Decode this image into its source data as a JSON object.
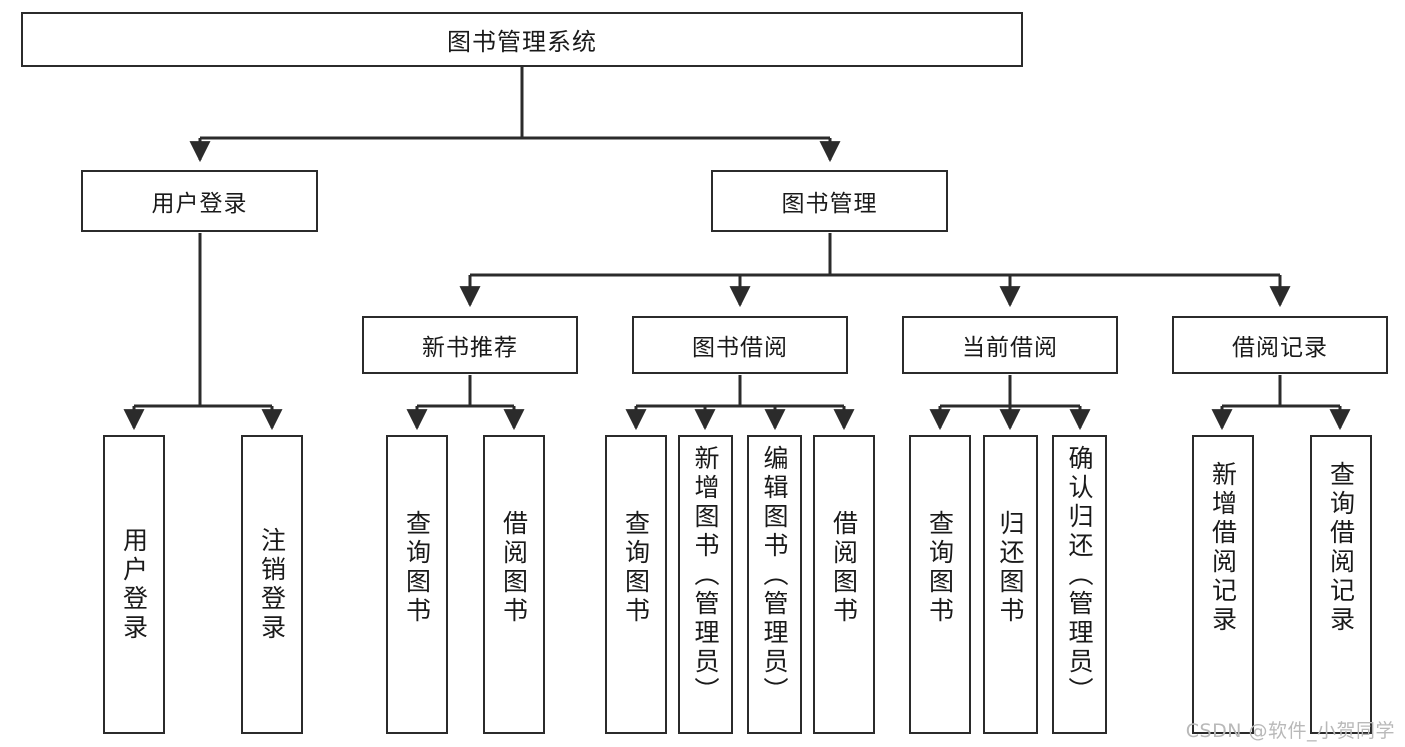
{
  "diagram": {
    "title": "图书管理系统",
    "type": "hierarchy-tree",
    "watermark": "CSDN @软件_小贺同学",
    "stroke_color": "#2b2b2b",
    "background_color": "#ffffff",
    "levels": {
      "level1": [
        "图书管理系统"
      ],
      "level2": [
        "用户登录",
        "图书管理"
      ],
      "level3": [
        "新书推荐",
        "图书借阅",
        "当前借阅",
        "借阅记录"
      ],
      "level4": [
        "用户登录",
        "注销登录",
        "查询图书",
        "借阅图书",
        "查询图书",
        "新增图书（管理员）",
        "编辑图书（管理员）",
        "借阅图书",
        "查询图书",
        "归还图书",
        "确认归还（管理员）",
        "新增借阅记录",
        "查询借阅记录"
      ]
    },
    "nodes": {
      "root": {
        "label": "图书管理系统"
      },
      "user_login": {
        "label": "用户登录"
      },
      "book_mgmt": {
        "label": "图书管理"
      },
      "new_book_rec": {
        "label": "新书推荐"
      },
      "book_borrow": {
        "label": "图书借阅"
      },
      "current_borrow": {
        "label": "当前借阅"
      },
      "borrow_record": {
        "label": "借阅记录"
      },
      "leaf_user_login": {
        "label": "用户登录"
      },
      "leaf_logout": {
        "label": "注销登录"
      },
      "leaf_query_book_1": {
        "label": "查询图书"
      },
      "leaf_borrow_book_1": {
        "label": "借阅图书"
      },
      "leaf_query_book_2": {
        "label": "查询图书"
      },
      "leaf_add_book": {
        "label": "新增图书（管理员）"
      },
      "leaf_edit_book": {
        "label": "编辑图书（管理员）"
      },
      "leaf_borrow_book_2": {
        "label": "借阅图书"
      },
      "leaf_query_book_3": {
        "label": "查询图书"
      },
      "leaf_return_book": {
        "label": "归还图书"
      },
      "leaf_confirm_return": {
        "label": "确认归还（管理员）"
      },
      "leaf_add_record": {
        "label": "新增借阅记录"
      },
      "leaf_query_record": {
        "label": "查询借阅记录"
      }
    }
  }
}
